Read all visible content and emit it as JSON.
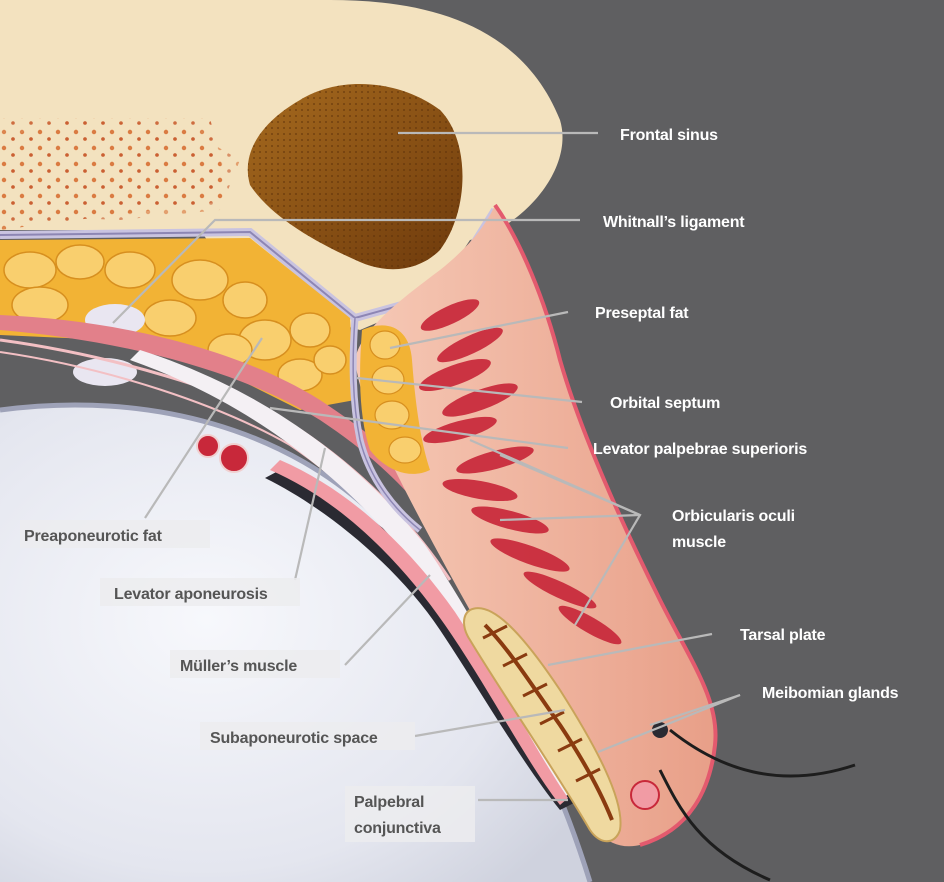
{
  "labels": {
    "frontal_sinus": "Frontal sinus",
    "whitnalls_ligament": "Whitnall’s ligament",
    "preseptal_fat": "Preseptal fat",
    "orbital_septum": "Orbital septum",
    "levator_palpebrae_superioris": "Levator palpebrae superioris",
    "orbicularis_oculi_line1": "Orbicularis oculi",
    "orbicularis_oculi_line2": "muscle",
    "tarsal_plate": "Tarsal plate",
    "meibomian_glands": "Meibomian glands",
    "preaponeurotic_fat": "Preaponeurotic fat",
    "levator_aponeurosis": "Levator aponeurosis",
    "mullers_muscle": "Müller’s muscle",
    "subaponeurotic_space": "Subaponeurotic space",
    "palpebral_conjunctiva_line1": "Palpebral",
    "palpebral_conjunctiva_line2": "conjunctiva"
  },
  "colors": {
    "background": "#5f5f61",
    "bone": "#f3e2bf",
    "sinus": "#8a4f12",
    "fat": "#f2b335",
    "skin": "#efb39e",
    "muscle": "#c8283a",
    "tarsus": "#efd9a0",
    "globe": "#eef0f7",
    "leader": "#b9b9b9"
  }
}
